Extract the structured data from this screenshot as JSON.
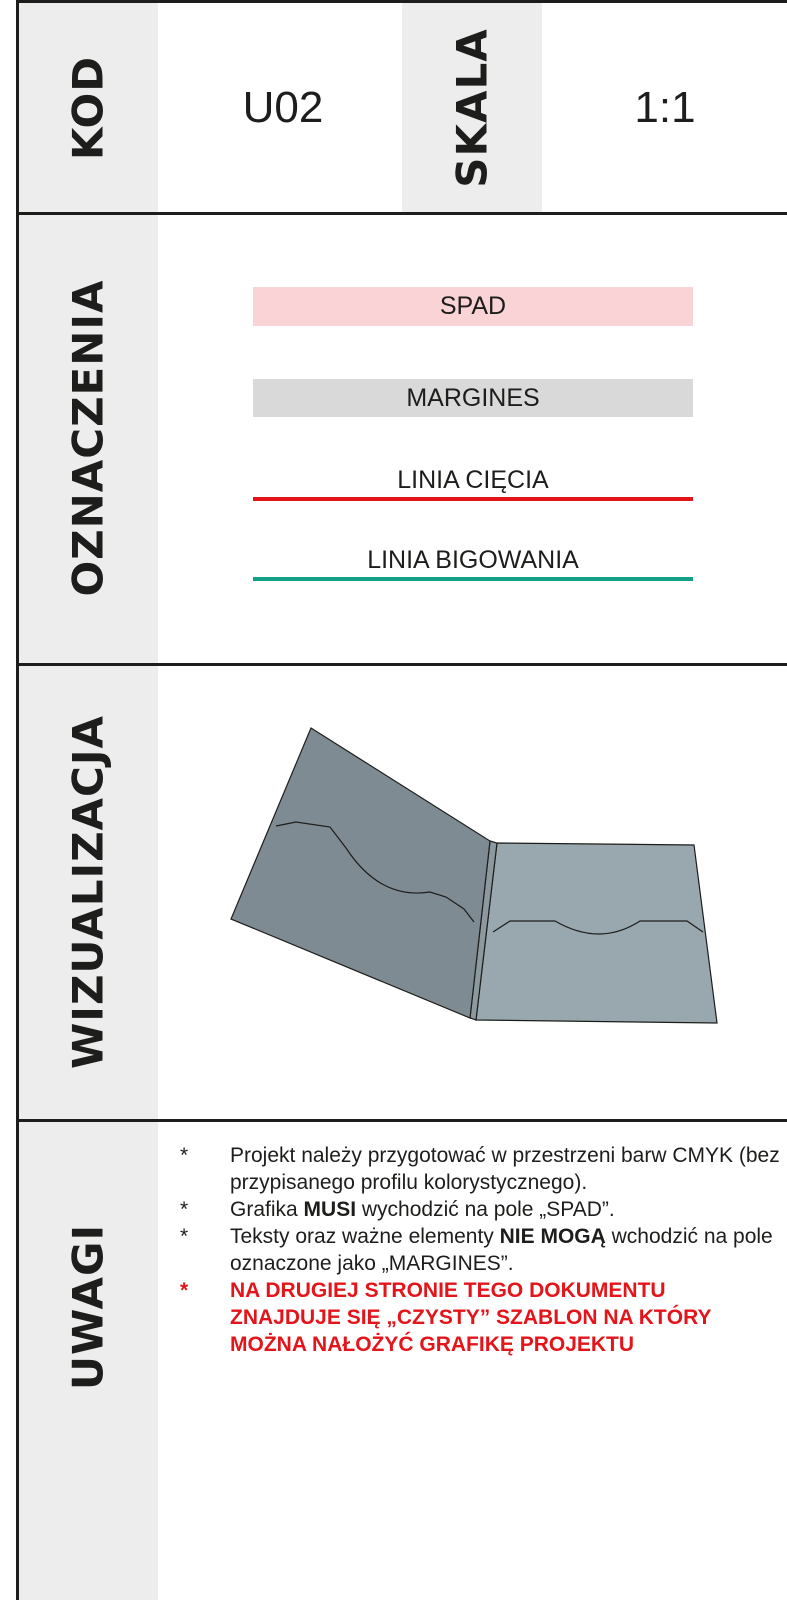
{
  "header": {
    "kod_label": "KOD",
    "kod_value": "U02",
    "skala_label": "SKALA",
    "skala_value": "1:1"
  },
  "oznaczenia": {
    "label": "OZNACZENIA",
    "spad": "SPAD",
    "margines": "MARGINES",
    "linia_ciecia": "LINIA CIĘCIA",
    "linia_bigowania": "LINIA BIGOWANIA",
    "colors": {
      "spad": "#f9d3d6",
      "margines": "#d9d9d9",
      "ciecia": "#e3151b",
      "bigowania": "#13a089"
    }
  },
  "wizualizacja": {
    "label": "WIZUALIZACJA",
    "illustration": "folder-icon",
    "colors": {
      "left": "#7f8b93",
      "right": "#99a8af"
    }
  },
  "uwagi": {
    "label": "UWAGI",
    "notes": [
      {
        "star": "*",
        "parts": [
          "Projekt należy przygotować w przestrzeni barw CMYK (bez przypisanego profilu kolorystycznego)."
        ]
      },
      {
        "star": "*",
        "pre": "Grafika ",
        "bold": "MUSI",
        "post": " wychodzić na pole „SPAD”."
      },
      {
        "star": "*",
        "pre": "Teksty oraz ważne elementy ",
        "bold": "NIE MOGĄ",
        "post": " wchodzić na pole oznaczone jako „MARGINES”."
      },
      {
        "star": "*",
        "parts": [
          "NA DRUGIEJ STRONIE TEGO DOKUMENTU ZNAJDUJE SIĘ „CZYSTY” SZABLON NA KTÓRY MOŻNA NAŁOŻYĆ GRAFIKĘ PROJEKTU"
        ]
      }
    ]
  }
}
